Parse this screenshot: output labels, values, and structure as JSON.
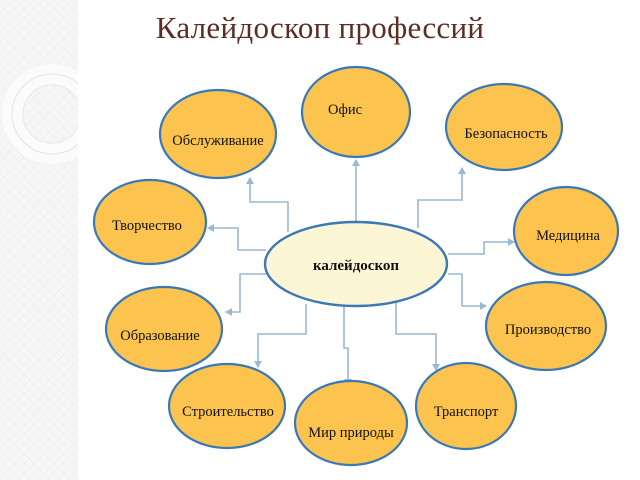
{
  "title": "Калейдоскоп профессий",
  "center": {
    "label": "калейдоскоп"
  },
  "nodes": [
    {
      "label": "Офис"
    },
    {
      "label": "Безопасность"
    },
    {
      "label": "Медицина"
    },
    {
      "label": "Производство"
    },
    {
      "label": "Транспорт"
    },
    {
      "label": "Мир природы"
    },
    {
      "label": "Строительство"
    },
    {
      "label": "Образование"
    },
    {
      "label": "Творчество"
    },
    {
      "label": "Обслуживание"
    }
  ],
  "colors": {
    "node_fill": "#fcc44f",
    "node_stroke": "#3a78b6",
    "center_fill": "#fdf6d5",
    "connector": "#9ab7d3",
    "title": "#5a2e24"
  }
}
